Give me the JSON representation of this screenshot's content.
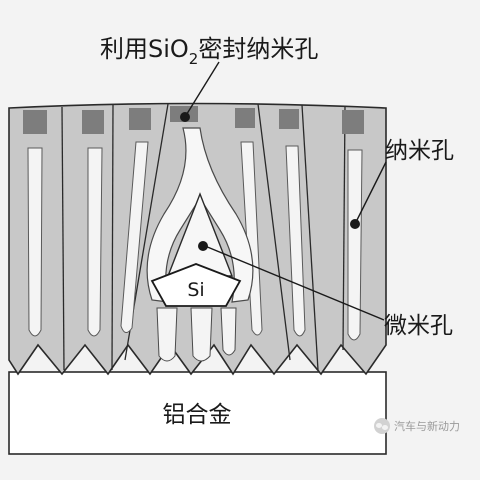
{
  "labels": {
    "top_prefix": "利用SiO",
    "top_subscript": "2",
    "top_suffix": "密封纳米孔",
    "nanopore": "纳米孔",
    "micropore": "微米孔",
    "silicon": "Si",
    "aluminum_alloy": "铝合金"
  },
  "watermark": {
    "text": "汽车与新动力"
  },
  "colors": {
    "aluminum": "#ffffff",
    "oxide_wall": "#c8c8c8",
    "pore_core": "#f4f4f4",
    "sealant": "#7d7d7d",
    "outline": "#2a2a2a",
    "background": "#f3f3f3"
  }
}
